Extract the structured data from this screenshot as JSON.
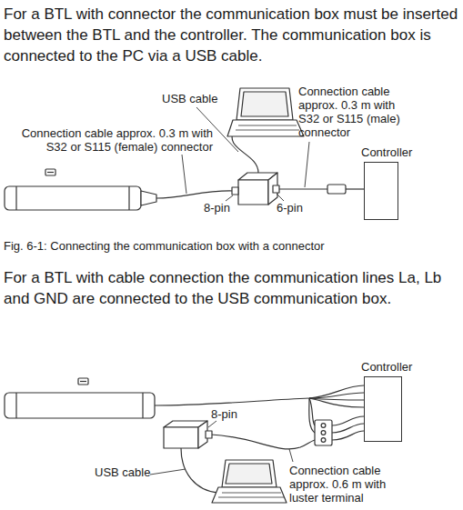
{
  "diagram": {
    "caption": "Fig. 6-1: Connecting the communication box with a connector",
    "nodes": [
      {
        "text": [
          "Controller"
        ]
      },
      {
        "text": [
          "Controller"
        ]
      }
    ],
    "labels": [
      "For a BTL with connector the communication box must be inserted between the BTL and the controller. The communication box is connected to the PC via a USB cable.",
      "USB cable",
      "Connection cable approx. 0.3 m with S32 or S115 (male) connector",
      "Connection cable approx. 0.3 m with S32 or S115 (female) connector",
      "8-pin",
      "6-pin",
      "For a BTL with cable connection the communication lines La, Lb and GND are connected to the USB communication box.",
      "8-pin",
      "Connection cable approx. 0.6 m with luster terminal",
      "USB cable"
    ]
  }
}
